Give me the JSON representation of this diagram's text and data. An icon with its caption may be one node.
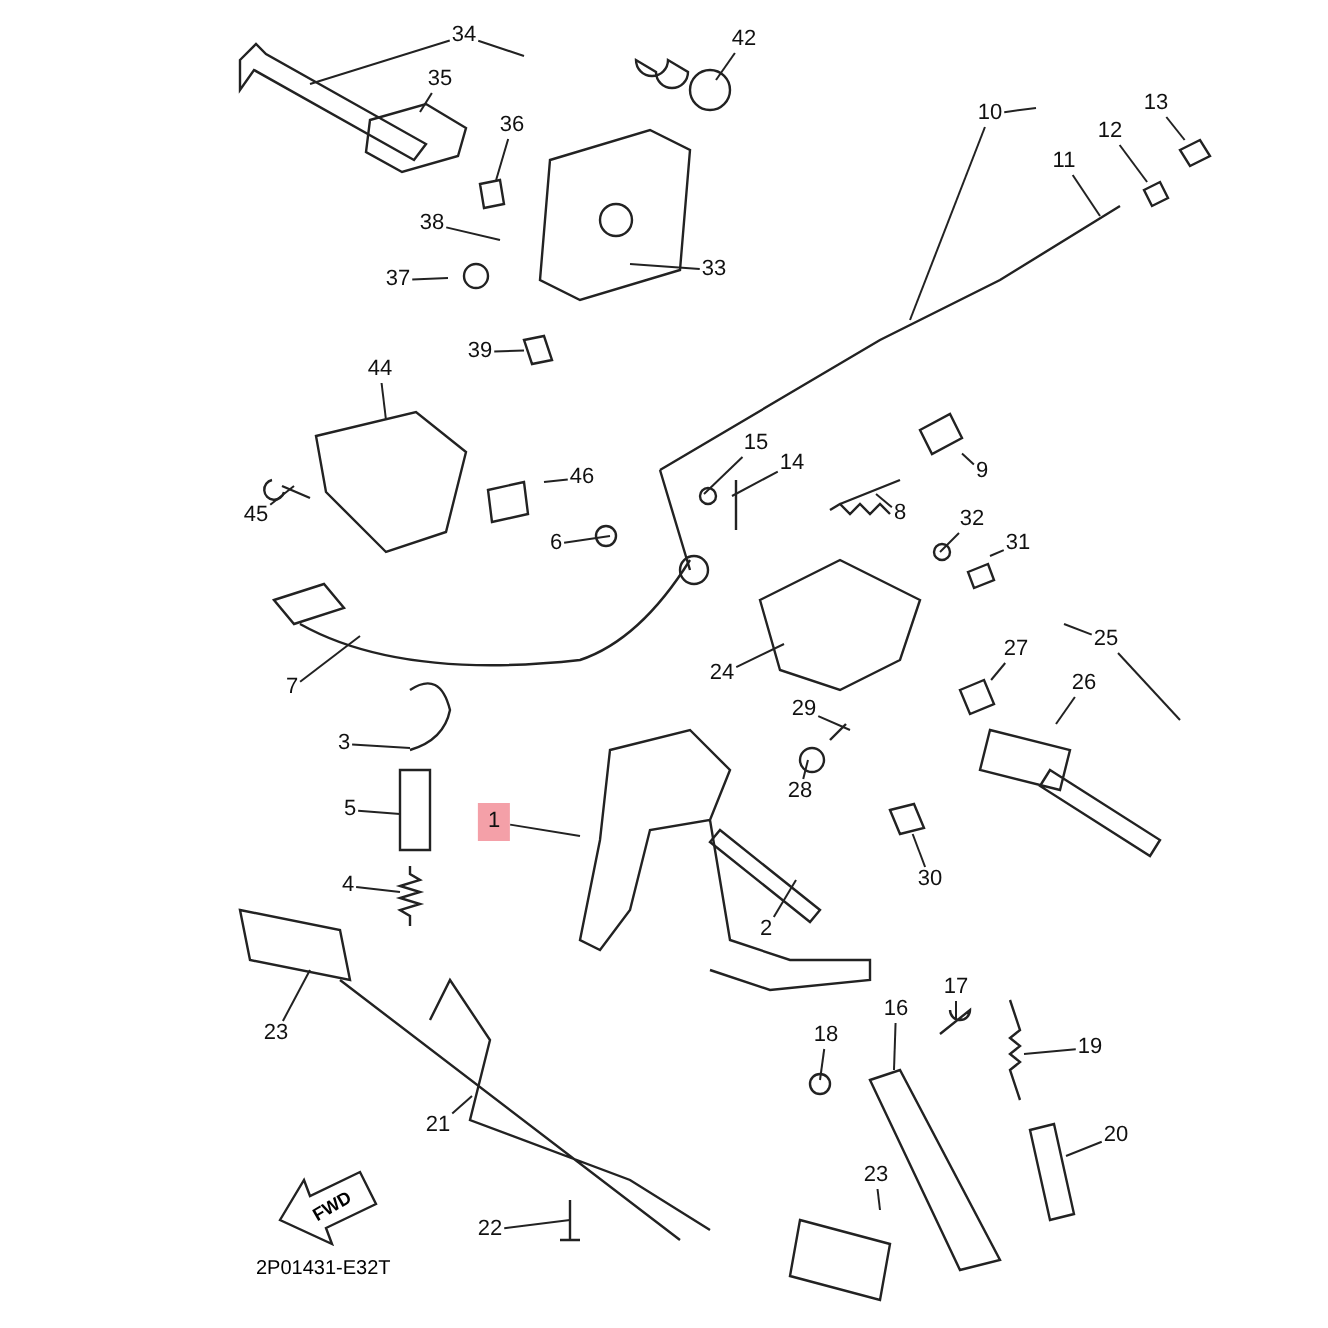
{
  "diagram": {
    "nodes": [
      {
        "text": [
          "34"
        ]
      },
      {
        "text": [
          "35"
        ]
      },
      {
        "text": [
          "42"
        ]
      },
      {
        "text": [
          "13"
        ]
      },
      {
        "text": [
          "10"
        ]
      },
      {
        "text": [
          "12"
        ]
      },
      {
        "text": [
          "11"
        ]
      },
      {
        "text": [
          "36"
        ]
      },
      {
        "text": [
          "38"
        ]
      },
      {
        "text": [
          "37"
        ]
      },
      {
        "text": [
          "33"
        ]
      },
      {
        "text": [
          "39"
        ]
      },
      {
        "text": [
          "44"
        ]
      },
      {
        "text": [
          "15"
        ]
      },
      {
        "text": [
          "14"
        ]
      },
      {
        "text": [
          "46"
        ]
      },
      {
        "text": [
          "9"
        ]
      },
      {
        "text": [
          "45"
        ]
      },
      {
        "text": [
          "8"
        ]
      },
      {
        "text": [
          "32"
        ]
      },
      {
        "text": [
          "6"
        ]
      },
      {
        "text": [
          "31"
        ]
      },
      {
        "text": [
          "25"
        ]
      },
      {
        "text": [
          "27"
        ]
      },
      {
        "text": [
          "7"
        ]
      },
      {
        "text": [
          "24"
        ]
      },
      {
        "text": [
          "26"
        ]
      },
      {
        "text": [
          "29"
        ]
      },
      {
        "text": [
          "3"
        ]
      },
      {
        "text": [
          "28"
        ]
      },
      {
        "text": [
          "5"
        ]
      },
      {
        "text": [
          "1"
        ]
      },
      {
        "text": [
          "30"
        ]
      },
      {
        "text": [
          "4"
        ]
      },
      {
        "text": [
          "2"
        ]
      },
      {
        "text": [
          "17"
        ]
      },
      {
        "text": [
          "16"
        ]
      },
      {
        "text": [
          "23"
        ]
      },
      {
        "text": [
          "18"
        ]
      },
      {
        "text": [
          "19"
        ]
      },
      {
        "text": [
          "21"
        ]
      },
      {
        "text": [
          "20"
        ]
      },
      {
        "text": [
          "23"
        ]
      },
      {
        "text": [
          "22"
        ]
      },
      {
        "text": [
          "FWD"
        ]
      },
      {
        "text": [],
        "shape": "picture"
      },
      {
        "text": [],
        "shape": "picture"
      },
      {
        "text": [],
        "shape": "picture"
      },
      {
        "text": [],
        "shape": "picture"
      },
      {
        "text": [],
        "shape": "picture"
      },
      {
        "text": [],
        "shape": "picture"
      },
      {
        "text": [],
        "shape": "picture"
      }
    ],
    "edges": [
      {
        "from": 0,
        "to": null,
        "arrow": "none"
      },
      {
        "from": 0,
        "to": null,
        "arrow": "none"
      },
      {
        "from": 1,
        "to": null,
        "arrow": "none"
      },
      {
        "from": 2,
        "to": null,
        "arrow": "none"
      },
      {
        "from": 3,
        "to": 50,
        "arrow": "none"
      },
      {
        "from": 4,
        "to": null,
        "arrow": "none"
      },
      {
        "from": 4,
        "to": null,
        "arrow": "none"
      },
      {
        "from": 5,
        "to": 49,
        "arrow": "none"
      },
      {
        "from": 6,
        "to": null,
        "arrow": "none"
      },
      {
        "from": 7,
        "to": 45,
        "arrow": "none"
      },
      {
        "from": 8,
        "to": null,
        "arrow": "none"
      },
      {
        "from": 9,
        "to": null,
        "arrow": "none"
      },
      {
        "from": 10,
        "to": null,
        "arrow": "none"
      },
      {
        "from": 11,
        "to": 46,
        "arrow": "none"
      },
      {
        "from": 12,
        "to": null,
        "arrow": "none"
      },
      {
        "from": 13,
        "to": null,
        "arrow": "none"
      },
      {
        "from": 14,
        "to": null,
        "arrow": "none"
      },
      {
        "from": 15,
        "to": null,
        "arrow": "none"
      },
      {
        "from": 16,
        "to": 47,
        "arrow": "none"
      },
      {
        "from": 17,
        "to": null,
        "arrow": "none"
      },
      {
        "from": 18,
        "to": null,
        "arrow": "none"
      },
      {
        "from": 19,
        "to": null,
        "arrow": "none"
      },
      {
        "from": 20,
        "to": null,
        "arrow": "none"
      },
      {
        "from": 21,
        "to": null,
        "arrow": "none"
      },
      {
        "from": 22,
        "to": null,
        "arrow": "none"
      },
      {
        "from": 22,
        "to": null,
        "arrow": "none"
      },
      {
        "from": 23,
        "to": 48,
        "arrow": "none"
      },
      {
        "from": 24,
        "to": null,
        "arrow": "none"
      },
      {
        "from": 25,
        "to": null,
        "arrow": "none"
      },
      {
        "from": 26,
        "to": null,
        "arrow": "none"
      },
      {
        "from": 27,
        "to": null,
        "arrow": "none"
      },
      {
        "from": 28,
        "to": null,
        "arrow": "none"
      },
      {
        "from": 29,
        "to": null,
        "arrow": "none"
      },
      {
        "from": 30,
        "to": null,
        "arrow": "none"
      },
      {
        "from": 31,
        "to": null,
        "arrow": "none"
      },
      {
        "from": 32,
        "to": 51,
        "arrow": "none"
      },
      {
        "from": 33,
        "to": null,
        "arrow": "none"
      },
      {
        "from": 34,
        "to": null,
        "arrow": "none"
      },
      {
        "from": 35,
        "to": null,
        "arrow": "none"
      },
      {
        "from": 36,
        "to": null,
        "arrow": "none"
      },
      {
        "from": 37,
        "to": null,
        "arrow": "none"
      },
      {
        "from": 38,
        "to": null,
        "arrow": "none"
      },
      {
        "from": 39,
        "to": null,
        "arrow": "none"
      },
      {
        "from": 40,
        "to": null,
        "arrow": "none"
      },
      {
        "from": 41,
        "to": null,
        "arrow": "none"
      },
      {
        "from": 42,
        "to": null,
        "arrow": "none"
      },
      {
        "from": 43,
        "to": null,
        "arrow": "none"
      }
    ],
    "labels": [
      "2P01431-E32T"
    ]
  }
}
